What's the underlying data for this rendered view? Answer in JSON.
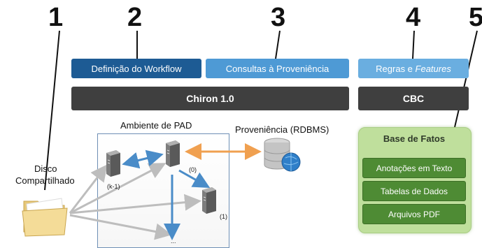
{
  "numbers": [
    "1",
    "2",
    "3",
    "4",
    "5"
  ],
  "top_layer": {
    "workflow_def": "Definição do Workflow",
    "provenance_queries": "Consultas à Proveniência",
    "rules_prefix": "Regras e ",
    "rules_features": "Features"
  },
  "engines": {
    "chiron": "Chiron 1.0",
    "cbc": "CBC"
  },
  "hpc": {
    "title": "Ambiente de PAD",
    "node_k1": "(k-1)",
    "node_0": "(0)",
    "node_1": "(1)",
    "node_more": "..."
  },
  "disk": {
    "line1": "Disco",
    "line2": "Compartilhado"
  },
  "provenance_db": "Proveniência (RDBMS)",
  "facts": {
    "title": "Base de Fatos",
    "items": [
      "Anotações em Texto",
      "Tabelas de Dados",
      "Arquivos PDF"
    ]
  },
  "colors": {
    "dark_blue": "#1d5b94",
    "light_blue": "#4e9ad5",
    "lighter_blue": "#6aaee0",
    "engine": "#3f3f3f",
    "facts_bg": "#bfdf9c",
    "facts_item": "#4e8b34",
    "arrow_blue": "#4a8cc8",
    "arrow_orange": "#f0a050",
    "arrow_gray": "#bdbdbd"
  }
}
